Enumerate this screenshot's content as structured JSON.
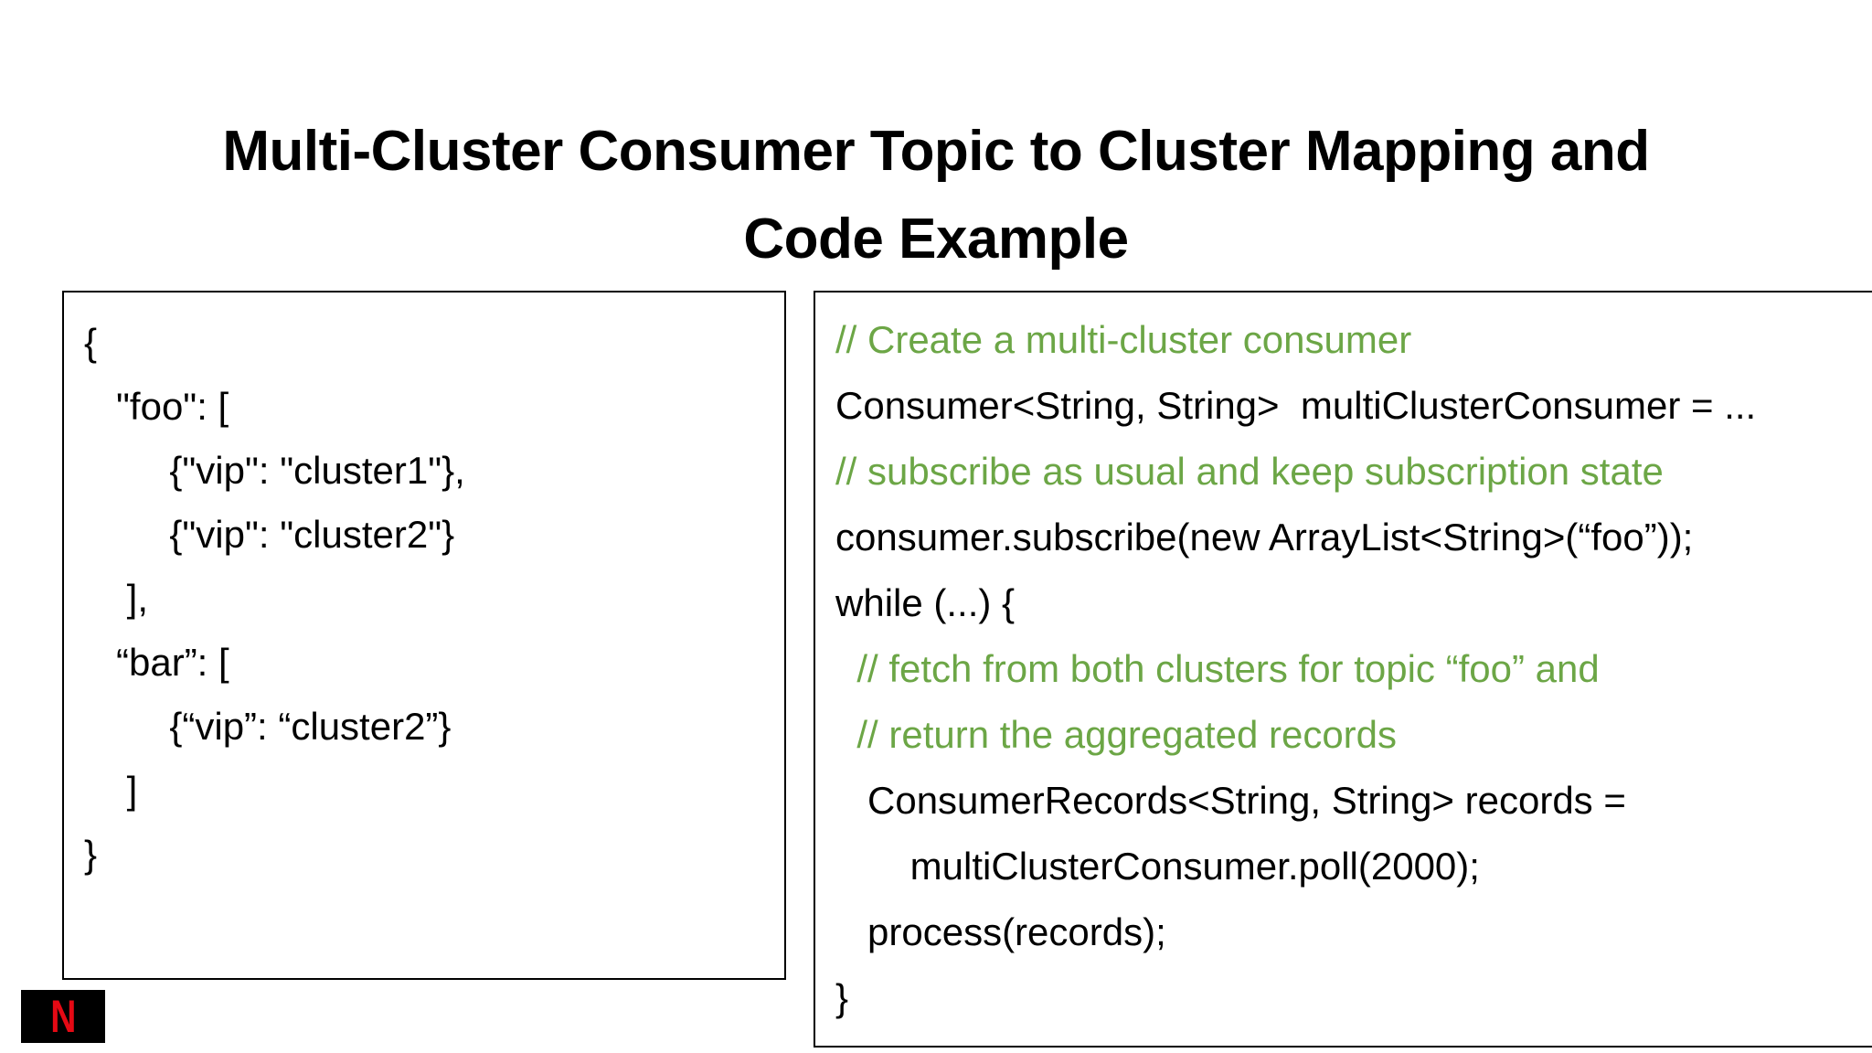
{
  "slide": {
    "title_lines": [
      "Multi-Cluster Consumer Topic to Cluster Mapping and",
      "Code Example"
    ],
    "background_color": "#FFFFFF",
    "text_color": "#000000",
    "comment_color": "#6CA646",
    "brand_color": "#E50914"
  },
  "json_panel": {
    "name": "topic-to-cluster-mapping-json",
    "lines": [
      "{",
      "   \"foo\": [",
      "        {\"vip\": \"cluster1\"},",
      "        {\"vip\": \"cluster2\"}",
      "    ],",
      "   “bar”: [",
      "        {“vip”: “cluster2”}",
      "    ]",
      "}"
    ]
  },
  "java_panel": {
    "name": "multi-cluster-consumer-code-example",
    "lines": [
      {
        "text": "// Create a multi-cluster consumer",
        "kind": "comment"
      },
      {
        "text": "Consumer<String, String>  multiClusterConsumer = ...",
        "kind": "code"
      },
      {
        "text": "// subscribe as usual and keep subscription state",
        "kind": "comment"
      },
      {
        "text": "consumer.subscribe(new ArrayList<String>(“foo”));",
        "kind": "code"
      },
      {
        "text": "while (...) {",
        "kind": "code"
      },
      {
        "text": "  // fetch from both clusters for topic “foo” and",
        "kind": "comment"
      },
      {
        "text": "  // return the aggregated records",
        "kind": "comment"
      },
      {
        "text": "   ConsumerRecords<String, String> records =",
        "kind": "code"
      },
      {
        "text": "       multiClusterConsumer.poll(2000);",
        "kind": "code"
      },
      {
        "text": "   process(records);",
        "kind": "code"
      },
      {
        "text": "}",
        "kind": "code"
      }
    ]
  },
  "logo": {
    "name": "netflix-logo",
    "letter": "N"
  }
}
